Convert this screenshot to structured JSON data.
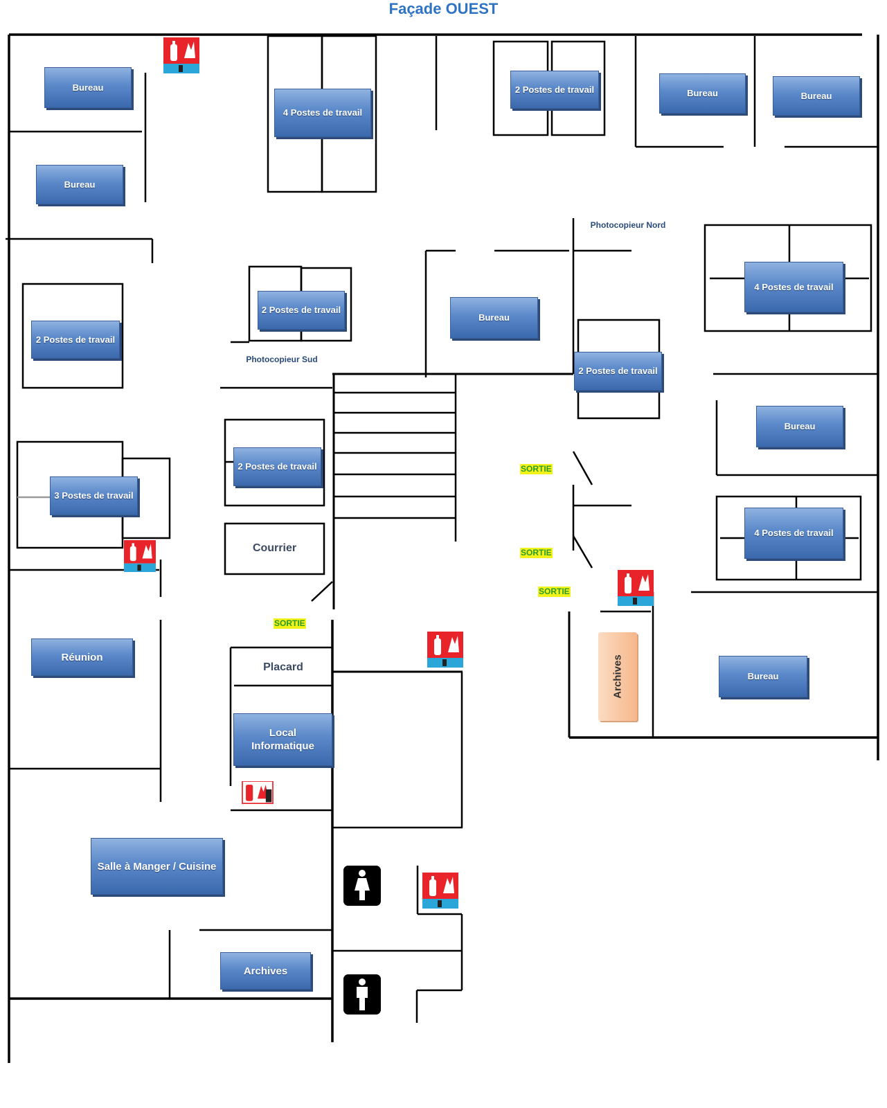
{
  "title": "Façade OUEST",
  "rooms": {
    "bureau_1": "Bureau",
    "bureau_2": "Bureau",
    "postes_4_top": "4 Postes de travail",
    "postes_2_top": "2 Postes de travail",
    "bureau_3": "Bureau",
    "bureau_4": "Bureau",
    "postes_2_left": "2 Postes de travail",
    "postes_2_center": "2 Postes de travail",
    "bureau_center": "Bureau",
    "postes_4_right_a": "4 Postes de travail",
    "postes_2_mid_right": "2 Postes de travail",
    "bureau_right": "Bureau",
    "postes_4_right_b": "4 Postes de travail",
    "postes_3_left": "3 Postes de travail",
    "postes_2_center_low": "2 Postes de travail",
    "reunion": "Réunion",
    "local_informatique": "Local Informatique",
    "salle_manger": "Salle à Manger / Cuisine",
    "archives_bottom": "Archives",
    "bureau_bottom_right": "Bureau"
  },
  "labels": {
    "photocopieur_nord": "Photocopieur Nord",
    "photocopieur_sud": "Photocopieur Sud",
    "courrier": "Courrier",
    "placard": "Placard",
    "archives_vertical": "Archives"
  },
  "exits": [
    "SORTIE",
    "SORTIE",
    "SORTIE",
    "SORTIE"
  ],
  "icons": {
    "extinguisher": "fire-extinguisher-icon",
    "wc_women": "women-toilet-icon",
    "wc_men": "men-toilet-icon"
  },
  "colors": {
    "title": "#2e74c2",
    "room_fill": "#5a88c9",
    "exit_bg": "#f2f21a",
    "exit_text": "#2a9a2a",
    "archives_fill": "#f6b78a",
    "extinguisher_red": "#e8232a",
    "extinguisher_blue": "#2aa7d8"
  }
}
